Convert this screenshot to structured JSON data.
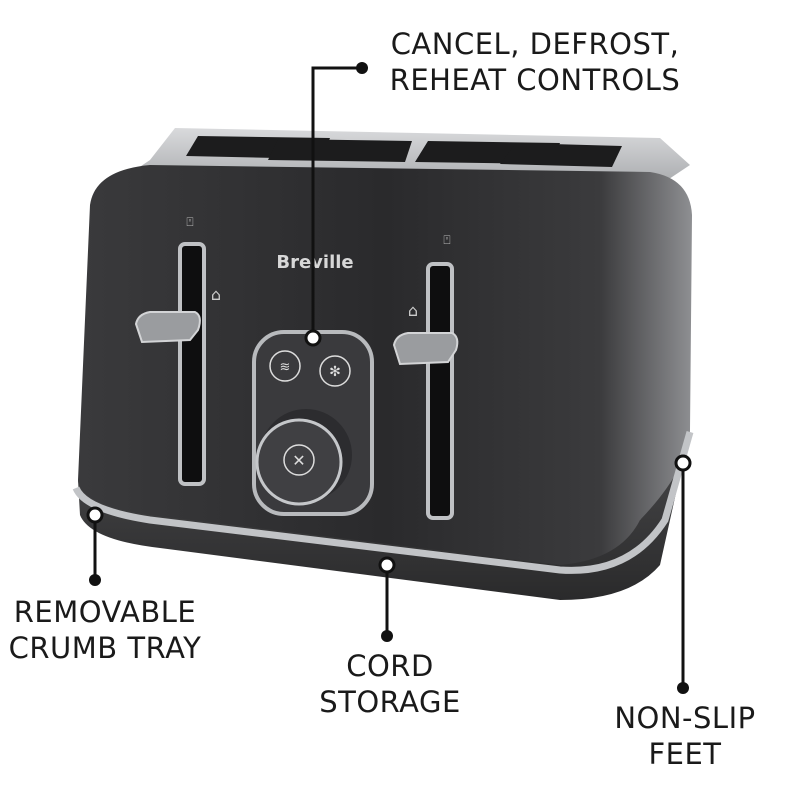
{
  "product": {
    "brand_logo": "Breville",
    "colors": {
      "body": "#2e2e30",
      "trim": "#b9bbbe",
      "accent_line": "#111111"
    }
  },
  "callouts": [
    {
      "id": "controls",
      "lines": [
        "CANCEL, DEFROST,",
        "REHEAT CONTROLS"
      ]
    },
    {
      "id": "crumb-tray",
      "lines": [
        "REMOVABLE",
        "CRUMB TRAY"
      ]
    },
    {
      "id": "cord-storage",
      "lines": [
        "CORD",
        "STORAGE"
      ]
    },
    {
      "id": "feet",
      "lines": [
        "NON-SLIP",
        "FEET"
      ]
    }
  ],
  "icons": [
    "reheat-icon",
    "defrost-icon",
    "cancel-icon",
    "bagel-icon",
    "slot-number-icon"
  ]
}
